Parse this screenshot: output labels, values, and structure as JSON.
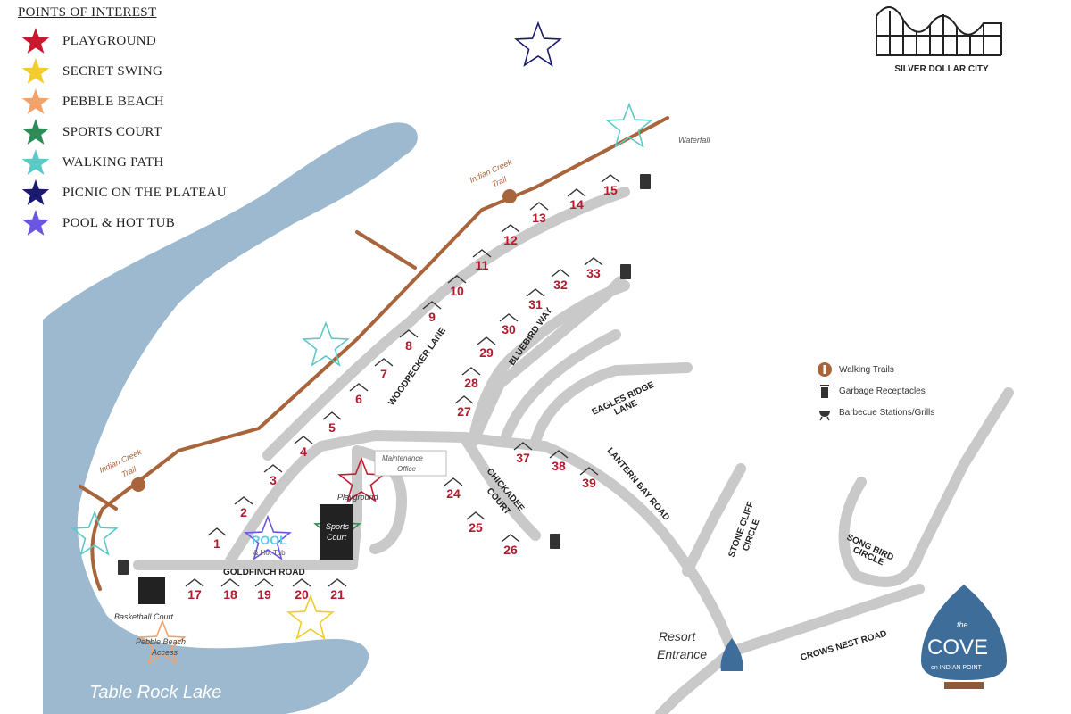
{
  "legend": {
    "title": "POINTS OF INTEREST",
    "items": [
      {
        "label": "PLAYGROUND",
        "color": "#c8192e"
      },
      {
        "label": "SECRET SWING",
        "color": "#f2cc2c"
      },
      {
        "label": "PEBBLE BEACH",
        "color": "#f3a26a"
      },
      {
        "label": "SPORTS COURT",
        "color": "#2e8b57"
      },
      {
        "label": "WALKING PATH",
        "color": "#5cc9c6"
      },
      {
        "label": "PICNIC ON THE PLATEAU",
        "color": "#1a1a6e"
      },
      {
        "label": "POOL & HOT TUB",
        "color": "#6a55e0"
      }
    ]
  },
  "key": {
    "walking_trails": "Walking Trails",
    "garbage": "Garbage Receptacles",
    "bbq": "Barbecue Stations/Grills"
  },
  "landmark": "SILVER DOLLAR CITY",
  "roads": {
    "woodpecker": "WOODPECKER LANE",
    "bluebird": "BLUEBIRD WAY",
    "eagles1": "EAGLES RIDGE",
    "eagles2": "LANE",
    "lantern": "LANTERN BAY ROAD",
    "chickadee1": "CHICKADEE",
    "chickadee2": "COURT",
    "stonecliff1": "STONE CLIFF",
    "stonecliff2": "CIRCLE",
    "songbird1": "SONG BIRD",
    "songbird2": "CIRCLE",
    "goldfinch": "GOLDFINCH ROAD",
    "crowsnest": "CROWS NEST ROAD"
  },
  "places": {
    "waterfall": "Waterfall",
    "trail_top1": "Indian Creek",
    "trail_top2": "Trail",
    "trail_left1": "Indian Creek",
    "trail_left2": "Trail",
    "maintenance1": "Maintenance",
    "maintenance2": "Office",
    "playground": "Playground",
    "sports1": "Sports",
    "sports2": "Court",
    "pool1": "POOL",
    "pool2": "& Hot Tub",
    "basketball": "Basketball Court",
    "pebble1": "Pebble Beach",
    "pebble2": "Access",
    "lake": "Table Rock Lake",
    "entrance1": "Resort",
    "entrance2": "Entrance"
  },
  "logo": {
    "small1": "the",
    "main": "COVE",
    "small2": "on INDIAN POINT"
  },
  "cabins": [
    "1",
    "2",
    "3",
    "4",
    "5",
    "6",
    "7",
    "8",
    "9",
    "10",
    "11",
    "12",
    "13",
    "14",
    "15",
    "17",
    "18",
    "19",
    "20",
    "21",
    "24",
    "25",
    "26",
    "27",
    "28",
    "29",
    "30",
    "31",
    "32",
    "33",
    "37",
    "38",
    "39"
  ],
  "colors": {
    "water": "#9db9cf",
    "road": "#c9c9c9",
    "trail": "#a8643a",
    "cabin_num": "#b5192c",
    "logo": "#3d6d98"
  }
}
